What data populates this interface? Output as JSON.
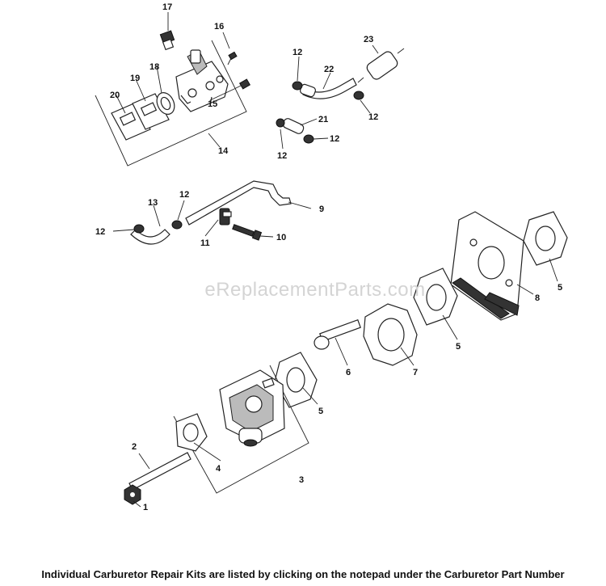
{
  "watermark": "eReplacementParts.com",
  "footer_note": "Individual Carburetor Repair Kits are listed by clicking on the notepad under the Carburetor Part Number",
  "callouts": [
    "1",
    "2",
    "3",
    "4",
    "5",
    "5",
    "5",
    "5",
    "6",
    "7",
    "8",
    "9",
    "10",
    "11",
    "12",
    "12",
    "12",
    "12",
    "12",
    "12",
    "12",
    "13",
    "14",
    "15",
    "16",
    "17",
    "18",
    "19",
    "20",
    "21",
    "22",
    "23"
  ]
}
